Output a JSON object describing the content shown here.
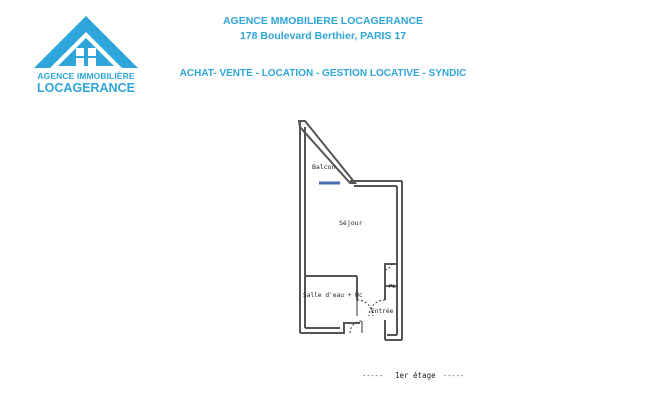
{
  "logo": {
    "line1": "AGENCE IMMOBILIÈRE",
    "line2": "LOCAGERANCE",
    "icon": "house-roof-logo-icon",
    "color": "#2fa6d9"
  },
  "header": {
    "agency_name": "AGENCE MMOBILIERE LOCAGERANCE",
    "address": "178 Boulevard Berthier, PARIS 17",
    "services": "ACHAT- VENTE - LOCATION - GESTION LOCATIVE - SYNDIC"
  },
  "plan": {
    "rooms": {
      "balcon": "Balcon",
      "sejour": "Séjour",
      "salle_eau": "Salle d'eau + Wc",
      "pl": "PL",
      "entree": "Entrée"
    },
    "floor": {
      "dash_left": "-----",
      "label": "1er étage",
      "dash_right": "-----"
    }
  }
}
